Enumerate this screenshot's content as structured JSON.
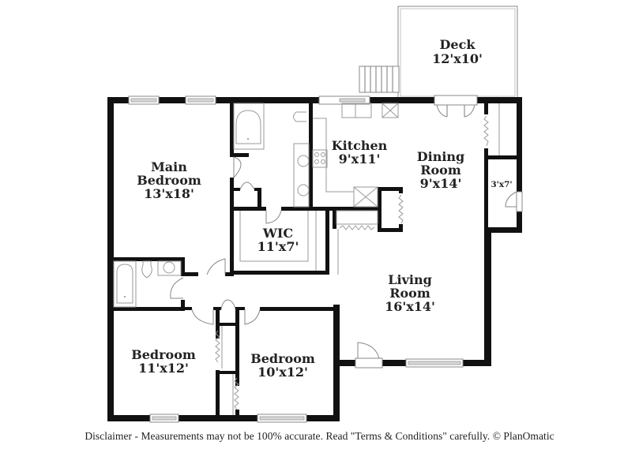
{
  "plan": {
    "colors": {
      "wall": "#111111",
      "fixture": "#9a9a9a",
      "window_fill": "#d7d7d7",
      "text": "#222222",
      "background": "#ffffff"
    },
    "rooms": [
      {
        "id": "deck",
        "name": "Deck",
        "dims": "12'x10'"
      },
      {
        "id": "main-bedroom",
        "name_line1": "Main",
        "name_line2": "Bedroom",
        "dims": "13'x18'"
      },
      {
        "id": "kitchen",
        "name": "Kitchen",
        "dims": "9'x11'"
      },
      {
        "id": "dining-room",
        "name_line1": "Dining",
        "name_line2": "Room",
        "dims": "9'x14'"
      },
      {
        "id": "closet",
        "dims": "3'x7'"
      },
      {
        "id": "wic",
        "name": "WIC",
        "dims": "11'x7'"
      },
      {
        "id": "living-room",
        "name_line1": "Living",
        "name_line2": "Room",
        "dims": "16'x14'"
      },
      {
        "id": "bedroom-1",
        "name": "Bedroom",
        "dims": "11'x12'"
      },
      {
        "id": "bedroom-2",
        "name": "Bedroom",
        "dims": "10'x12'"
      }
    ]
  },
  "footer": {
    "disclaimer": "Disclaimer - Measurements may not be 100% accurate. Read \"Terms & Conditions\" carefully. © PlanOmatic"
  }
}
